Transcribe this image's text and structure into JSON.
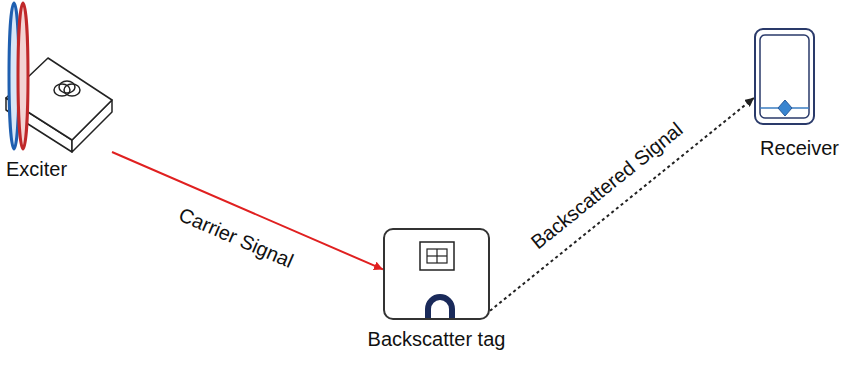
{
  "diagram": {
    "nodes": [
      {
        "text": [
          "Exciter"
        ]
      },
      {
        "text": [
          "Backscatter tag"
        ]
      },
      {
        "text": [
          "Receiver"
        ]
      }
    ],
    "edges": [
      {
        "from": 0,
        "to": 1,
        "arrow": "to",
        "label": "Carrier Signal"
      },
      {
        "from": 1,
        "to": 2,
        "arrow": "to",
        "label": "Backscattered Signal"
      }
    ]
  }
}
